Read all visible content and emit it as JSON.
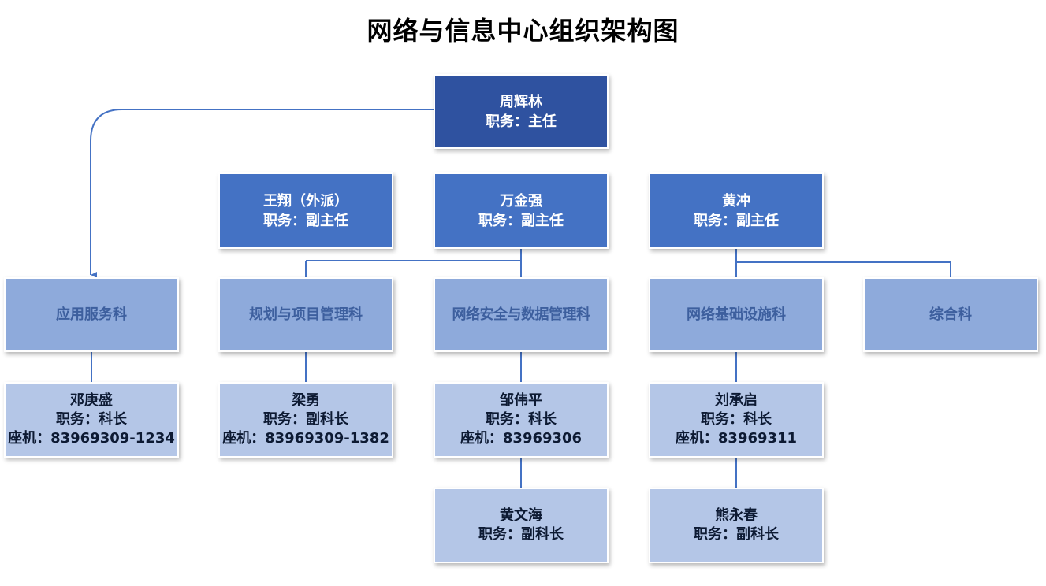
{
  "title": "网络与信息中心组织架构图",
  "director": {
    "name": "周辉林",
    "role": "职务：主任"
  },
  "deputies": [
    {
      "name": "王翔（外派）",
      "role": "职务：副主任"
    },
    {
      "name": "万金强",
      "role": "职务：副主任"
    },
    {
      "name": "黄冲",
      "role": "职务：副主任"
    }
  ],
  "departments": [
    {
      "name": "应用服务科"
    },
    {
      "name": "规划与项目管理科"
    },
    {
      "name": "网络安全与数据管理科"
    },
    {
      "name": "网络基础设施科"
    },
    {
      "name": "综合科"
    }
  ],
  "chiefs": [
    {
      "name": "邓庚盛",
      "role": "职务：科长",
      "phone": "座机：83969309-1234"
    },
    {
      "name": "梁勇",
      "role": "职务：副科长",
      "phone": "座机：83969309-1382"
    },
    {
      "name": "邹伟平",
      "role": "职务：科长",
      "phone": "座机：83969306"
    },
    {
      "name": "刘承启",
      "role": "职务：科长",
      "phone": "座机：83969311"
    }
  ],
  "deputy_chiefs": [
    {
      "name": "黄文海",
      "role": "职务：副科长"
    },
    {
      "name": "熊永春",
      "role": "职务：副科长"
    }
  ],
  "colors": {
    "director_fill": "#2f52a0",
    "deputy_fill": "#4472c4",
    "department_fill": "#8eaadb",
    "department_text": "#3d5f9e",
    "person_fill": "#b4c6e7",
    "connector": "#4472c4"
  }
}
